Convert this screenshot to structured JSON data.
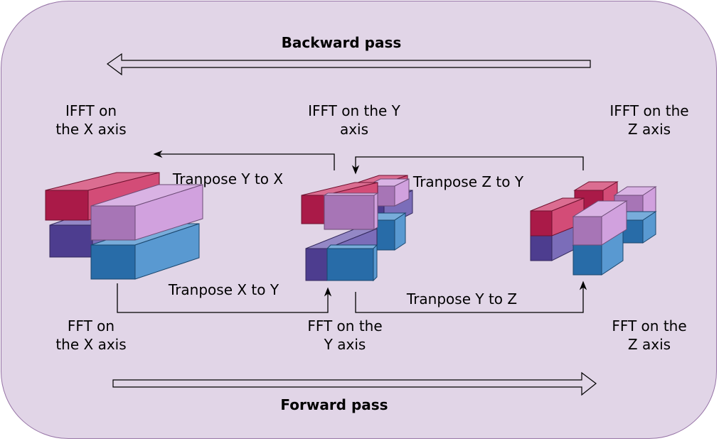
{
  "title_backward": "Backward pass",
  "title_forward": "Forward pass",
  "labels": {
    "ifft_x": "IFFT on\nthe X axis",
    "ifft_y": "IFFT on the Y\naxis",
    "ifft_z": "IFFT on the\nZ axis",
    "fft_x": "FFT on\nthe X axis",
    "fft_y": "FFT on the\nY axis",
    "fft_z": "FFT on the\nZ axis",
    "t_y_to_x": "Tranpose Y to X",
    "t_z_to_y": "Tranpose Z to Y",
    "t_x_to_y": "Tranpose X to Y",
    "t_y_to_z": "Tranpose Y to Z"
  },
  "colors": {
    "background": "#e1d5e7",
    "border": "#9673a6",
    "red": "#c81f55",
    "pink": "#c58ad6",
    "purple": "#5a48a8",
    "blue": "#2f7fc6"
  }
}
